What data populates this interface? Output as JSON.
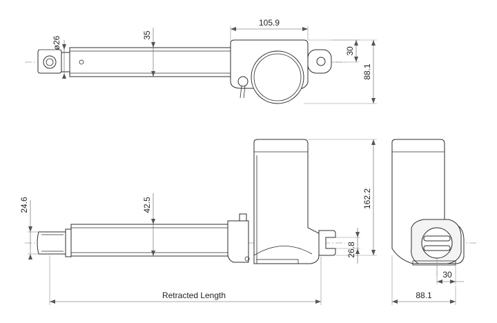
{
  "dimensions": {
    "top_view": {
      "eye_diameter": "ø26",
      "tube_height": "35",
      "housing_width": "105.9",
      "clevis_offset": "30",
      "total_height": "88.1"
    },
    "side_view": {
      "rod_height": "24.6",
      "tube_height": "42.5",
      "total_height": "162.2",
      "clevis_slot": "26.8",
      "length_label": "Retracted Length"
    },
    "end_view": {
      "clevis_offset": "30",
      "width": "88.1"
    }
  }
}
